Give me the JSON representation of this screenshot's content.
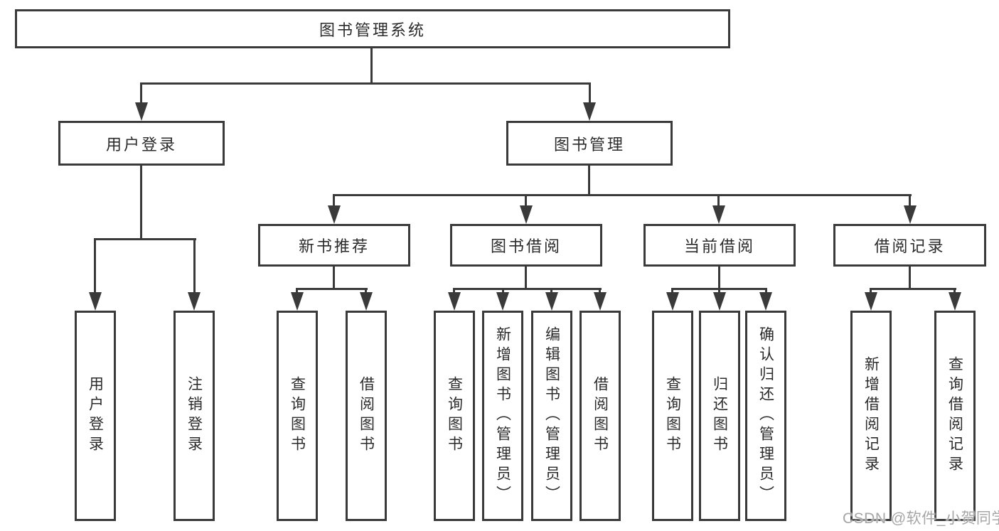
{
  "diagram": {
    "root": {
      "label": "图书管理系统"
    },
    "branches": [
      {
        "label": "用户登录",
        "children": [
          {
            "label": "用户登录"
          },
          {
            "label": "注销登录"
          }
        ]
      },
      {
        "label": "图书管理",
        "children": [
          {
            "label": "新书推荐",
            "children": [
              {
                "label": "查询图书"
              },
              {
                "label": "借阅图书"
              }
            ]
          },
          {
            "label": "图书借阅",
            "children": [
              {
                "label": "查询图书"
              },
              {
                "label": "新增图书（管理员）"
              },
              {
                "label": "编辑图书（管理员）"
              },
              {
                "label": "借阅图书"
              }
            ]
          },
          {
            "label": "当前借阅",
            "children": [
              {
                "label": "查询图书"
              },
              {
                "label": "归还图书"
              },
              {
                "label": "确认归还（管理员）"
              }
            ]
          },
          {
            "label": "借阅记录",
            "children": [
              {
                "label": "新增借阅记录"
              },
              {
                "label": "查询借阅记录"
              }
            ]
          }
        ]
      }
    ]
  },
  "watermark": "CSDN @软件_小贺同学",
  "colors": {
    "line": "#3a3a3a",
    "box_border": "#3a3a3a",
    "box_fill": "#ffffff",
    "text": "#2b2b2b",
    "watermark": "#a6a6a6"
  }
}
